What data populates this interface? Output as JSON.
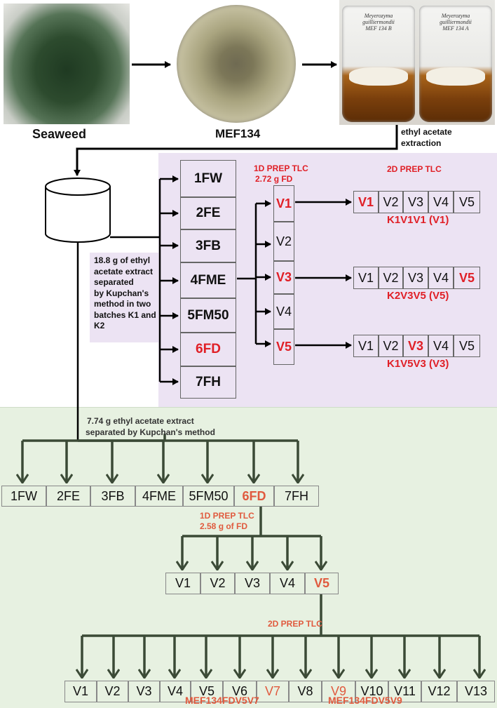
{
  "captions": {
    "seaweed": "Seaweed",
    "mef": "MEF134",
    "extraction": [
      "ethyl acetate",
      "extraction"
    ]
  },
  "flask_labels": {
    "left": [
      "Meyerozyma guilliermondii",
      "MEF 134 B"
    ],
    "right": [
      "Meyerozyma guilliermondii",
      "MEF 134 A"
    ]
  },
  "top": {
    "separation_note": [
      "18.8 g of ethyl",
      "acetate extract",
      "separated",
      "by Kupchan's",
      "method in two",
      "batches K1 and",
      "K2"
    ],
    "fractions": [
      "1FW",
      "2FE",
      "3FB",
      "4FME",
      "5FM50",
      "6FD",
      "7FH"
    ],
    "prep1_title": [
      "1D PREP TLC",
      "2.72 g FD"
    ],
    "v_fractions": [
      "V1",
      "V2",
      "V3",
      "V4",
      "V5"
    ],
    "prep2_title": "2D PREP TLC",
    "row1": [
      "V1",
      "V2",
      "V3",
      "V4",
      "V5"
    ],
    "row1_label": "K1V1V1 (V1)",
    "row2": [
      "V1",
      "V2",
      "V3",
      "V4",
      "V5"
    ],
    "row2_label": "K2V3V5 (V5)",
    "row3": [
      "V1",
      "V2",
      "V3",
      "V4",
      "V5"
    ],
    "row3_label": "K1V5V3 (V3)"
  },
  "bottom": {
    "separation_note": [
      "7.74 g ethyl acetate extract",
      "separated by Kupchan's method"
    ],
    "fractions": [
      "1FW",
      "2FE",
      "3FB",
      "4FME",
      "5FM50",
      "6FD",
      "7FH"
    ],
    "prep1_title": [
      "1D PREP TLC",
      "2.58 g of FD"
    ],
    "v_fractions": [
      "V1",
      "V2",
      "V3",
      "V4",
      "V5"
    ],
    "prep2_title": "2D PREP TLC",
    "final_row": [
      "V1",
      "V2",
      "V3",
      "V4",
      "V5",
      "V6",
      "V7",
      "V8",
      "V9",
      "V10",
      "V11",
      "V12",
      "V13"
    ],
    "product_labels": [
      "MEF134FDV5V7",
      "MEF134FDV5V9"
    ]
  },
  "colors": {
    "highlight": "#e01f26",
    "highlight_bottom": "#e05a3e",
    "arrow_bottom": "#3b4a36",
    "bg_top": "#ece3f3",
    "bg_bottom": "#e7f1e1"
  }
}
